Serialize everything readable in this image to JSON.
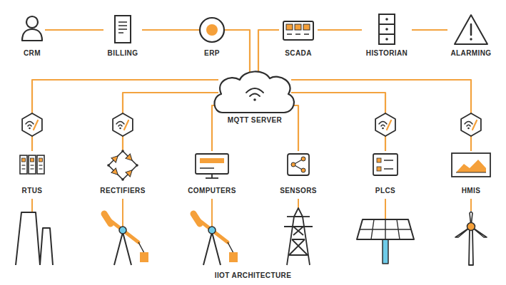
{
  "diagram": {
    "caption": "IIOT ARCHITECTURE",
    "nodes": [
      {
        "text": [
          "CRM"
        ]
      },
      {
        "text": [
          "BILLING"
        ]
      },
      {
        "text": [
          "ERP"
        ]
      },
      {
        "text": [
          "SCADA"
        ]
      },
      {
        "text": [
          "HISTORIAN"
        ]
      },
      {
        "text": [
          "ALARMING"
        ]
      },
      {
        "text": [
          "MQTT SERVER"
        ]
      },
      {
        "text": [
          "RTUS"
        ]
      },
      {
        "text": [
          "RECTIFIERS"
        ]
      },
      {
        "text": [
          "COMPUTERS"
        ]
      },
      {
        "text": [
          "SENSORS"
        ]
      },
      {
        "text": [
          "PLCS"
        ]
      },
      {
        "text": [
          "HMIS"
        ]
      }
    ],
    "edges": [
      {
        "from": 0,
        "to": 1,
        "arrow": "none"
      },
      {
        "from": 1,
        "to": 2,
        "arrow": "none"
      },
      {
        "from": 2,
        "to": 6,
        "arrow": "none"
      },
      {
        "from": 3,
        "to": 6,
        "arrow": "none"
      },
      {
        "from": 3,
        "to": 4,
        "arrow": "none"
      },
      {
        "from": 4,
        "to": 5,
        "arrow": "none"
      },
      {
        "from": 6,
        "to": 7,
        "arrow": "none"
      },
      {
        "from": 6,
        "to": 8,
        "arrow": "none"
      },
      {
        "from": 6,
        "to": 9,
        "arrow": "none"
      },
      {
        "from": 6,
        "to": 10,
        "arrow": "none"
      },
      {
        "from": 6,
        "to": 11,
        "arrow": "none"
      },
      {
        "from": 6,
        "to": 12,
        "arrow": "none"
      }
    ]
  }
}
